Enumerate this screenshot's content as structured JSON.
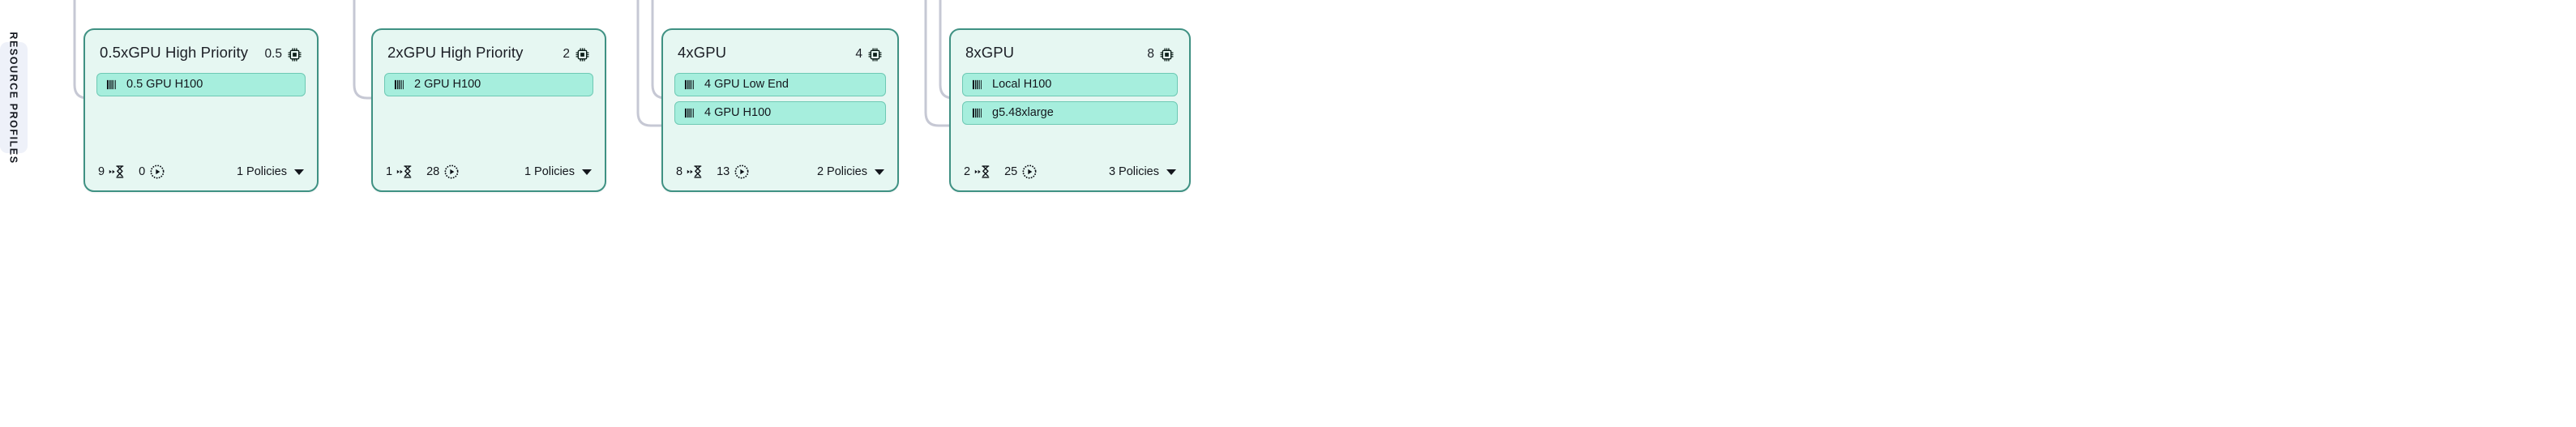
{
  "section": {
    "label": "RESOURCE PROFILES"
  },
  "colors": {
    "card_bg": "#e6f7f2",
    "card_border": "#3f9183",
    "chip_bg": "#a6eedd",
    "chip_border": "#6ec9b4",
    "label_bg": "#eef1f9",
    "edge": "#c6c8d4",
    "text": "#14171d"
  },
  "icons": {
    "capacity": "cpu-chip-icon",
    "node": "barcode-icon",
    "pending": "hourglass-arrow-icon",
    "running": "play-in-dotted-circle-icon",
    "expand": "chevron-down-icon"
  },
  "cards": [
    {
      "title": "0.5xGPU High Priority",
      "capacity": "0.5",
      "items": [
        {
          "label": "0.5 GPU H100"
        }
      ],
      "pending": "9",
      "running": "0",
      "policies": "1 Policies"
    },
    {
      "title": "2xGPU High Priority",
      "capacity": "2",
      "items": [
        {
          "label": "2 GPU H100"
        }
      ],
      "pending": "1",
      "running": "28",
      "policies": "1 Policies"
    },
    {
      "title": "4xGPU",
      "capacity": "4",
      "items": [
        {
          "label": "4 GPU Low End"
        },
        {
          "label": "4 GPU H100"
        }
      ],
      "pending": "8",
      "running": "13",
      "policies": "2 Policies"
    },
    {
      "title": "8xGPU",
      "capacity": "8",
      "items": [
        {
          "label": "Local H100"
        },
        {
          "label": "g5.48xlarge"
        }
      ],
      "pending": "2",
      "running": "25",
      "policies": "3 Policies"
    }
  ]
}
